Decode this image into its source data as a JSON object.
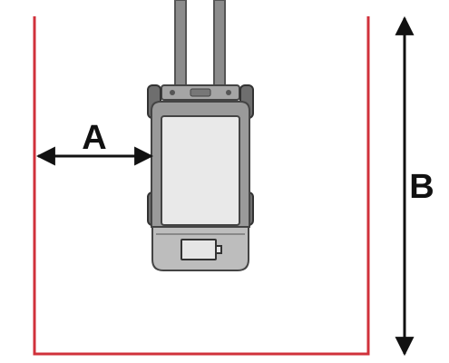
{
  "labels": {
    "a": "A",
    "b": "B"
  },
  "colors": {
    "enclosure": "#d0313b",
    "arrow": "#111111",
    "device_body": "#9a9a9a",
    "device_screen": "#e9e9e9",
    "rails": "#8c8c8c",
    "background": "#ffffff"
  },
  "icons": {
    "device": "pallet-jack-top-view",
    "battery": "battery-icon"
  }
}
